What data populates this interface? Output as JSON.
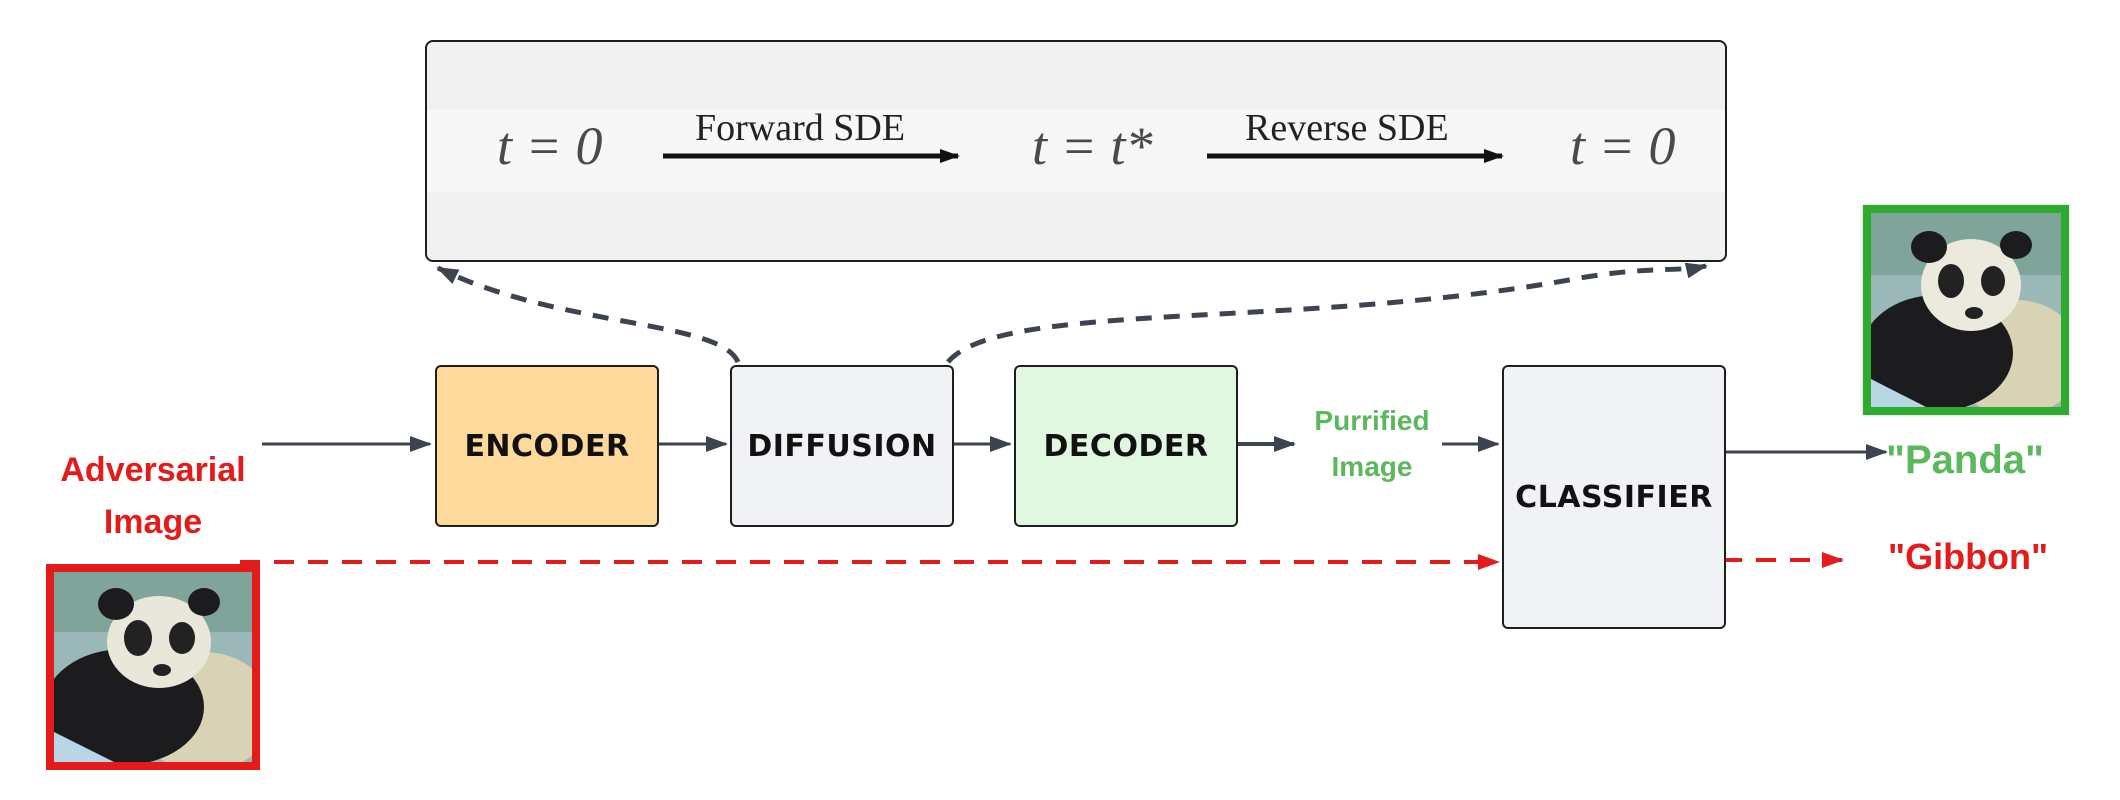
{
  "sde": {
    "t_start": "t = 0",
    "forward": "Forward SDE",
    "t_mid": "t = t*",
    "reverse": "Reverse SDE",
    "t_end": "t = 0"
  },
  "blocks": {
    "encoder": "ENCODER",
    "diffusion": "DIFFUSION",
    "decoder": "DECODER",
    "classifier": "CLASSIFIER"
  },
  "labels": {
    "adversarial_line1": "Adversarial",
    "adversarial_line2": "Image",
    "purified_line1": "Purrified",
    "purified_line2": "Image",
    "panda": "\"Panda\"",
    "gibbon": "\"Gibbon\""
  },
  "colors": {
    "encoder_fill": "#fdd99b",
    "diffusion_fill": "#f1f2f5",
    "decoder_fill": "#e0f8e0",
    "classifier_fill": "#f1f2f5",
    "adversarial": "#e31b1b",
    "clean": "#5cb85c",
    "arrow": "#3d4350"
  },
  "images": {
    "adversarial_thumbnail": "panda-image",
    "purified_thumbnail": "panda-image"
  }
}
